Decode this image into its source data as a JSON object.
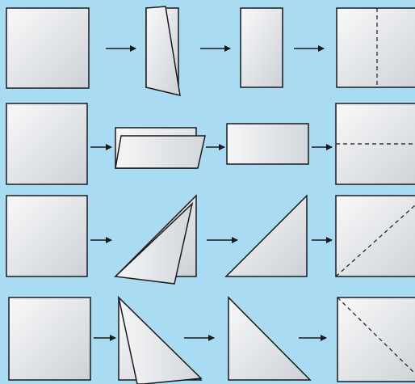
{
  "diagram": {
    "background_color": "#a9dcf3",
    "paper_fill_light": "#f7f8f9",
    "paper_fill_dark": "#cfd3d7",
    "stroke_color": "#1a1a1a",
    "fold_line_style": "dashed",
    "rows": [
      {
        "name": "row-vertical-fold",
        "steps": [
          "square-paper",
          "folding-in-half-vertically",
          "folded-rectangle-vertical",
          "unfolded-with-vertical-crease"
        ]
      },
      {
        "name": "row-horizontal-fold",
        "steps": [
          "square-paper",
          "folding-in-half-horizontally",
          "folded-rectangle-horizontal",
          "unfolded-with-horizontal-crease"
        ]
      },
      {
        "name": "row-diagonal-fold-ascending",
        "steps": [
          "square-paper",
          "folding-diagonally",
          "folded-triangle",
          "unfolded-with-diagonal-crease"
        ]
      },
      {
        "name": "row-diagonal-fold-descending",
        "steps": [
          "square-paper",
          "folding-diagonally",
          "folded-triangle",
          "unfolded-with-diagonal-crease"
        ]
      }
    ],
    "arrow_icon": "right-arrow-icon"
  }
}
